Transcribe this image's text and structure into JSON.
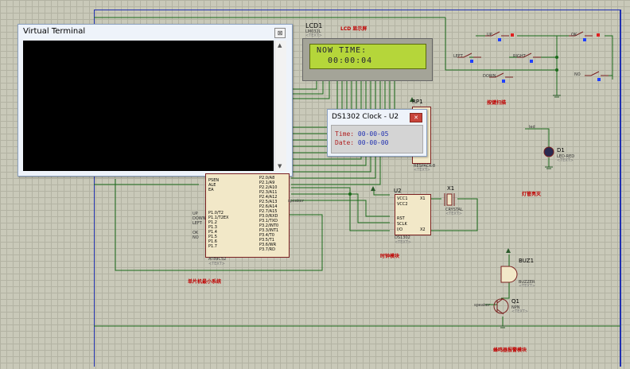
{
  "virtual_terminal": {
    "title": "Virtual Terminal",
    "close": "⊠"
  },
  "lcd": {
    "ref": "LCD1",
    "part": "LM032L",
    "text_tag": "<TEXT>",
    "section_label": "LCD 显示屏",
    "line1": "NOW TIME:",
    "line2": "00:00:04"
  },
  "ds1302_popup": {
    "title": "DS1302 Clock - U2",
    "time_label": "Time:",
    "time_value": "00-00-05",
    "date_label": "Date:",
    "date_value": "00-00-00"
  },
  "rp1": {
    "ref": "RP1",
    "part": "RESPACK-8",
    "text_tag": "<TEXT>"
  },
  "u2": {
    "ref": "U2",
    "part": "DS1302",
    "text_tag": "<TEXT>",
    "pins_left": [
      "VCC1",
      "VCC2",
      "RST",
      "SCLK",
      "I/O"
    ],
    "pins_right": [
      "X1",
      "X2"
    ],
    "section_label": "时钟模块"
  },
  "x1": {
    "ref": "X1",
    "part": "CRYSTAL",
    "text_tag": "<TEXT>"
  },
  "mcu": {
    "part": "AT89C52",
    "text_tag": "<TEXT>",
    "section_label": "单片机最小系统",
    "pins_left": [
      "PSEN",
      "ALE",
      "EA",
      "P1.0/T2",
      "P1.1/T2EX",
      "P1.2",
      "P1.3",
      "P1.4",
      "P1.5",
      "P1.6",
      "P1.7"
    ],
    "pins_right": [
      "P2.0/A8",
      "P2.1/A9",
      "P2.2/A10",
      "P2.3/A11",
      "P2.4/A12",
      "P2.5/A13",
      "P2.6/A14",
      "P2.7/A15",
      "P3.0/RXD",
      "P3.1/TXD",
      "P3.2/INT0",
      "P3.3/INT1",
      "P3.4/T0",
      "P3.5/T1",
      "P3.6/WR",
      "P3.7/RD"
    ],
    "left_net_labels": [
      "UP",
      "DOWN",
      "LEFT",
      "OK",
      "NO"
    ]
  },
  "buttons": {
    "section_label": "按键扫描",
    "labels": [
      "UP",
      "OK",
      "LEFT",
      "RIGHT",
      "DOWN",
      "NO"
    ]
  },
  "d1": {
    "ref": "D1",
    "part": "LED-RED",
    "text_tag": "<TEXT>",
    "net": "led",
    "section_label": "灯管亮灭"
  },
  "buz1": {
    "ref": "BUZ1",
    "part": "BUZZER",
    "text_tag": "<TEXT>"
  },
  "q1": {
    "ref": "Q1",
    "part": "NPN",
    "text_tag": "<TEXT>",
    "net": "speaker"
  },
  "buzzer_section_label": "蜂鸣器报警模块",
  "net_speaker": "speaker"
}
